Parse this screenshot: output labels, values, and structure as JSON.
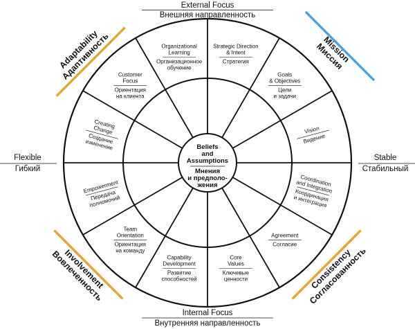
{
  "center": {
    "en": [
      "Beliefs",
      "and",
      "Assumptions"
    ],
    "ru": [
      "Мнения",
      "и предполо-",
      "жения"
    ]
  },
  "axes": {
    "top": {
      "en": "External Focus",
      "ru": "Внешняя направленность"
    },
    "bottom": {
      "en": "Internal Focus",
      "ru": "Внутренняя направленность"
    },
    "left": {
      "en": "Flexible",
      "ru": "Гибкий"
    },
    "right": {
      "en": "Stable",
      "ru": "Стабильный"
    }
  },
  "traits": [
    {
      "en": "Adaptability",
      "ru": "Адаптивность",
      "color": "#e3a72f"
    },
    {
      "en": "Mission",
      "ru": "Миссия",
      "color": "#43a5df"
    },
    {
      "en": "Consistency",
      "ru": "Согласованность",
      "color": "#e3a72f"
    },
    {
      "en": "Involvement",
      "ru": "Вовлеченность",
      "color": "#e3a72f"
    }
  ],
  "sectors": [
    {
      "en": [
        "Strategic Direction",
        "& Intent"
      ],
      "ru": [
        "Стратегия"
      ]
    },
    {
      "en": [
        "Goals",
        "& Objectives"
      ],
      "ru": [
        "Цели",
        "и задачи"
      ]
    },
    {
      "en": [
        "Vision"
      ],
      "ru": [
        "Видение"
      ]
    },
    {
      "en": [
        "Coordination",
        "and Integration"
      ],
      "ru": [
        "Координация",
        "и интеграция"
      ]
    },
    {
      "en": [
        "Agreement"
      ],
      "ru": [
        "Согласие"
      ]
    },
    {
      "en": [
        "Core",
        "Values"
      ],
      "ru": [
        "Ключевые",
        "ценности"
      ]
    },
    {
      "en": [
        "Capability",
        "Development"
      ],
      "ru": [
        "Развитие",
        "способностей"
      ]
    },
    {
      "en": [
        "Team",
        "Orientation"
      ],
      "ru": [
        "Ориентация",
        "на команду"
      ]
    },
    {
      "en": [
        "Empowerment"
      ],
      "ru": [
        "Передача",
        "полномочий"
      ]
    },
    {
      "en": [
        "Creating",
        "Change"
      ],
      "ru": [
        "Создание",
        "изменение"
      ]
    },
    {
      "en": [
        "Customer",
        "Focus"
      ],
      "ru": [
        "Ориентация",
        "на клиента"
      ]
    },
    {
      "en": [
        "Organizational",
        "Learning"
      ],
      "ru": [
        "Организационное",
        "обучение"
      ]
    }
  ]
}
